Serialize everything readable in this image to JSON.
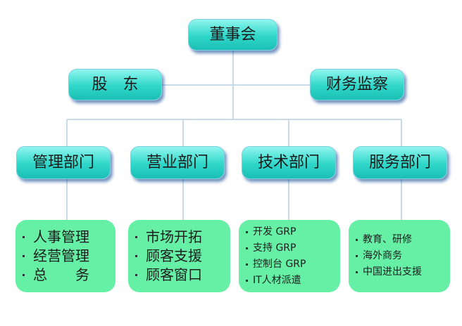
{
  "board": {
    "label": "董事会"
  },
  "shareholders": {
    "label": "股　东"
  },
  "audit": {
    "label": "财务监察"
  },
  "departments": [
    {
      "label": "管理部门",
      "items": [
        "人事管理",
        "经营管理",
        "总　　务"
      ]
    },
    {
      "label": "营业部门",
      "items": [
        "市场开拓",
        "顾客支援",
        "顾客窗口"
      ]
    },
    {
      "label": "技术部门",
      "items": [
        "开发 GRP",
        "支持 GRP",
        "控制台 GRP",
        "IT人材派遣"
      ]
    },
    {
      "label": "服务部门",
      "items": [
        "教育、研修",
        "海外商务",
        "中国进出支援"
      ]
    }
  ]
}
